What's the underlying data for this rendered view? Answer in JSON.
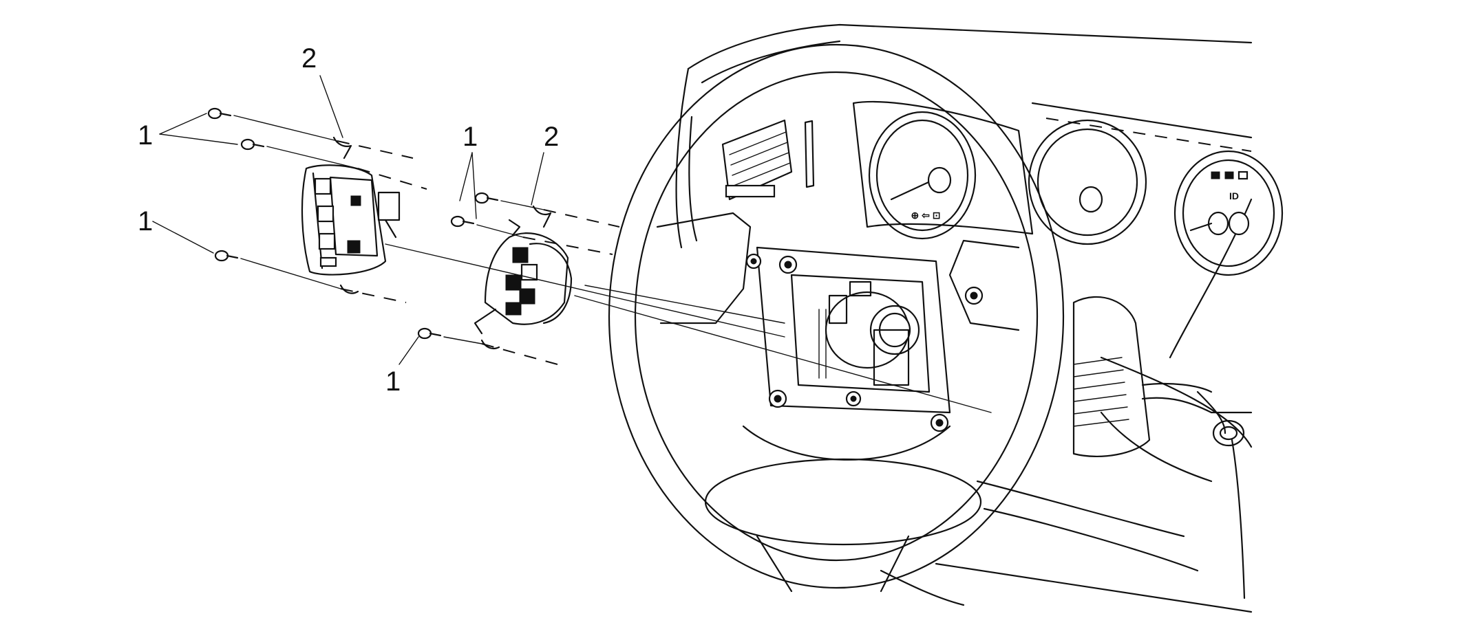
{
  "callouts": {
    "screw_set_left": "1",
    "bracket_left": "2",
    "screw_left_lower": "1",
    "screw_set_right": "1",
    "bracket_right": "2",
    "screw_right_lower": "1"
  },
  "gauges": {
    "speedometer_glyphs": "⊕ ⇦ ⊡",
    "right_gauge_glyph": "ID"
  },
  "colors": {
    "line": "#111111",
    "background": "#ffffff"
  }
}
